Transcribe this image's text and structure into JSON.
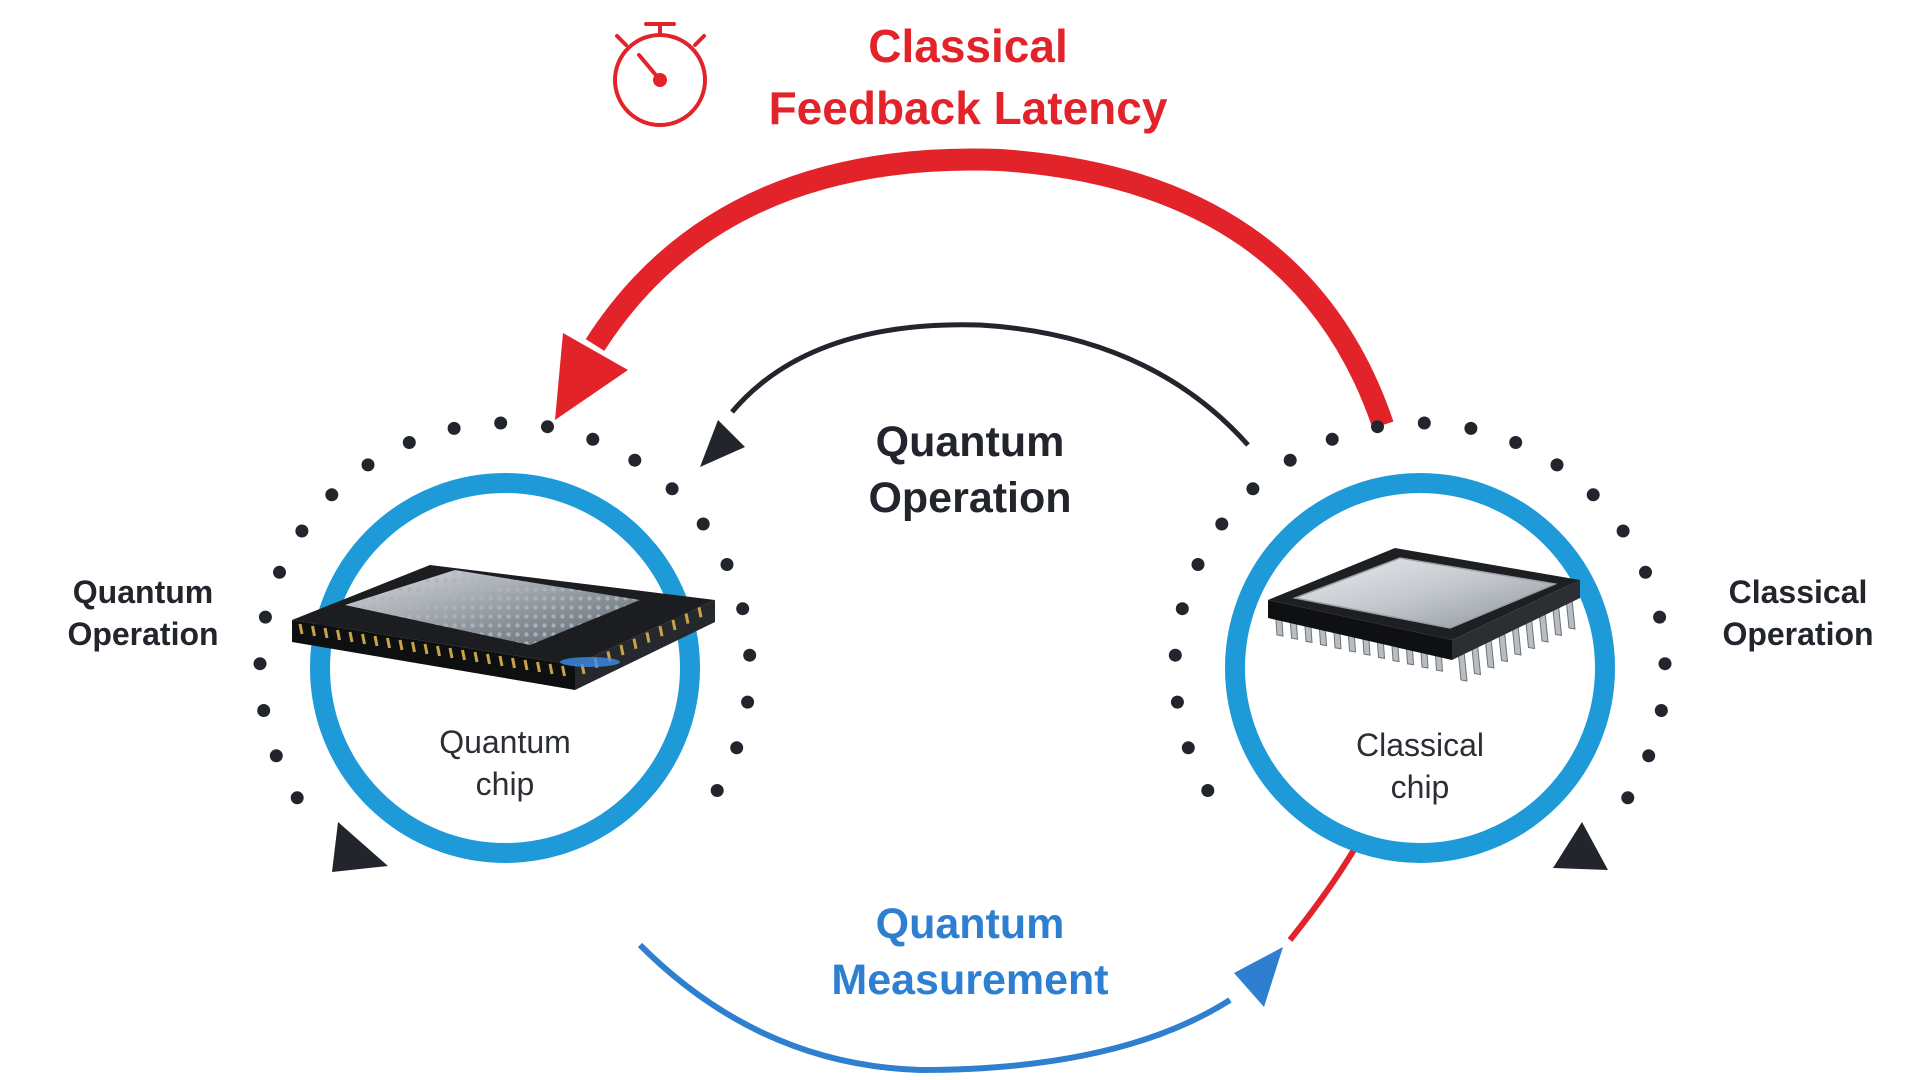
{
  "title": {
    "line1": "Classical",
    "line2": "Feedback Latency"
  },
  "center_operation": {
    "line1": "Quantum",
    "line2": "Operation"
  },
  "left_operation": {
    "line1": "Quantum",
    "line2": "Operation"
  },
  "right_operation": {
    "line1": "Classical",
    "line2": "Operation"
  },
  "measurement": {
    "line1": "Quantum",
    "line2": "Measurement"
  },
  "quantum_chip_label": {
    "line1": "Quantum",
    "line2": "chip"
  },
  "classical_chip_label": {
    "line1": "Classical",
    "line2": "chip"
  },
  "colors": {
    "latency_red": "#e3232a",
    "ring_blue": "#1e9ad9",
    "measurement_blue": "#2e7fd0",
    "dark": "#22262c",
    "chip_gold": "#c9a34a"
  },
  "icons": {
    "stopwatch": "stopwatch-icon",
    "quantum_chip": "quantum-chip-icon",
    "classical_chip": "classical-chip-icon"
  }
}
